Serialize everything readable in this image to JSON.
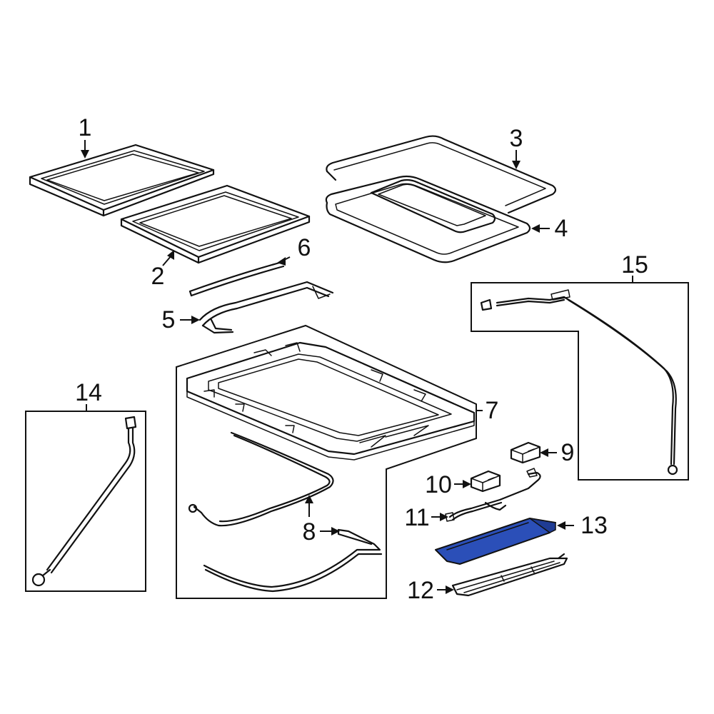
{
  "diagram": {
    "callouts": [
      {
        "id": "1",
        "label": "1"
      },
      {
        "id": "2",
        "label": "2"
      },
      {
        "id": "3",
        "label": "3"
      },
      {
        "id": "4",
        "label": "4"
      },
      {
        "id": "5",
        "label": "5"
      },
      {
        "id": "6",
        "label": "6"
      },
      {
        "id": "7",
        "label": "7"
      },
      {
        "id": "8",
        "label": "8"
      },
      {
        "id": "9",
        "label": "9"
      },
      {
        "id": "10",
        "label": "10"
      },
      {
        "id": "11",
        "label": "11"
      },
      {
        "id": "12",
        "label": "12"
      },
      {
        "id": "13",
        "label": "13"
      },
      {
        "id": "14",
        "label": "14"
      },
      {
        "id": "15",
        "label": "15"
      }
    ],
    "highlighted_part": "13",
    "colors": {
      "line": "#111111",
      "highlight_fill": "#2b4fb8",
      "background": "#ffffff"
    }
  }
}
